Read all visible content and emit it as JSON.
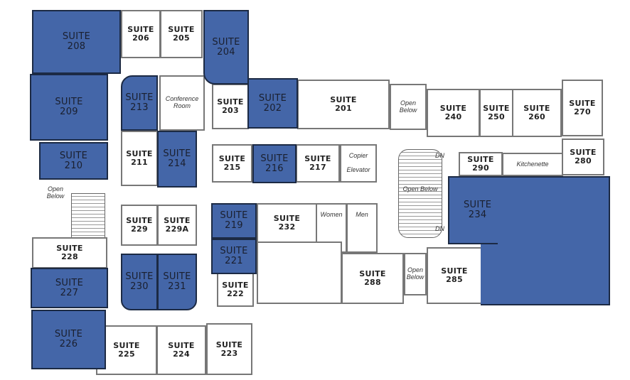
{
  "colors": {
    "leased": "#4466a8",
    "available": "#ffffff",
    "wall": "#777777"
  },
  "suite_word": "SUITE",
  "suites": {
    "s208": "208",
    "s209": "209",
    "s210": "210",
    "s213": "213",
    "s214": "214",
    "s204": "204",
    "s202": "202",
    "s216": "216",
    "s219": "219",
    "s221": "221",
    "s227": "227",
    "s226": "226",
    "s230": "230",
    "s231": "231",
    "s234": "234",
    "s206": "206",
    "s205": "205",
    "s203": "203",
    "s201": "201",
    "s240": "240",
    "s250": "250",
    "s260": "260",
    "s270": "270",
    "s211": "211",
    "s215": "215",
    "s217": "217",
    "s290": "290",
    "s280": "280",
    "s229": "229",
    "s229a": "229A",
    "s232": "232",
    "s222": "222",
    "s288": "288",
    "s285": "285",
    "s225": "225",
    "s224": "224",
    "s223": "223",
    "s228": "228"
  },
  "labels": {
    "conference": "Conference Room",
    "copier": "Copier",
    "elevator": "Elevator",
    "kitchenette": "Kitchenette",
    "women": "Women",
    "men": "Men",
    "open_below": "Open Below",
    "dn": "DN"
  }
}
